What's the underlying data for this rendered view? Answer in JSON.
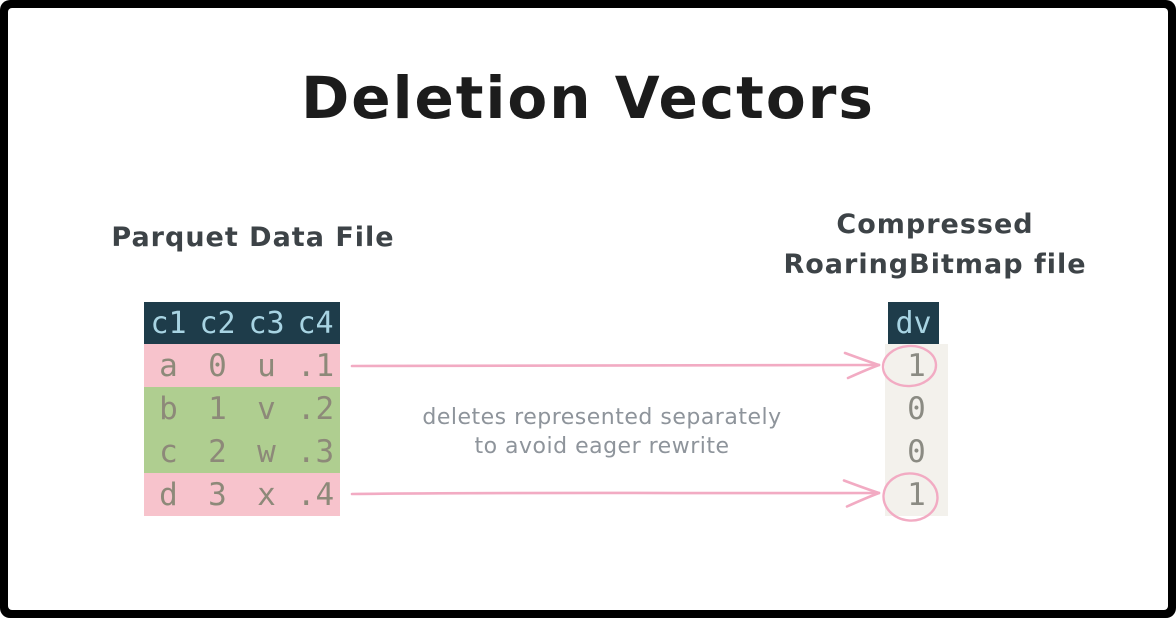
{
  "title": "Deletion Vectors",
  "left_panel": {
    "label": "Parquet Data File",
    "table": {
      "headers": [
        "c1",
        "c2",
        "c3",
        "c4"
      ],
      "rows": [
        {
          "cells": [
            "a",
            "0",
            "u",
            ".1"
          ],
          "highlight": "pink"
        },
        {
          "cells": [
            "b",
            "1",
            "v",
            ".2"
          ],
          "highlight": "green"
        },
        {
          "cells": [
            "c",
            "2",
            "w",
            ".3"
          ],
          "highlight": "green"
        },
        {
          "cells": [
            "d",
            "3",
            "x",
            ".4"
          ],
          "highlight": "pink"
        }
      ]
    }
  },
  "right_panel": {
    "label_line1": "Compressed",
    "label_line2": "RoaringBitmap file",
    "column": {
      "header": "dv",
      "values": [
        {
          "value": "1",
          "circled": true
        },
        {
          "value": "0",
          "circled": false
        },
        {
          "value": "0",
          "circled": false
        },
        {
          "value": "1",
          "circled": true
        }
      ]
    }
  },
  "annotation": {
    "line1": "deletes represented separately",
    "line2": "to avoid eager rewrite"
  },
  "colors": {
    "header_bg": "#1e3c4a",
    "header_text": "#a8d4e3",
    "row_pink": "#f7c3cc",
    "row_green": "#afce90",
    "cell_text": "#8d8979",
    "dv_bg": "#f3f1ec",
    "dv_text": "#8b8b83",
    "accent_pink": "#f2abc3",
    "note_text": "#8e949b",
    "label_text": "#3d4347",
    "title_text": "#1c1c1c"
  }
}
